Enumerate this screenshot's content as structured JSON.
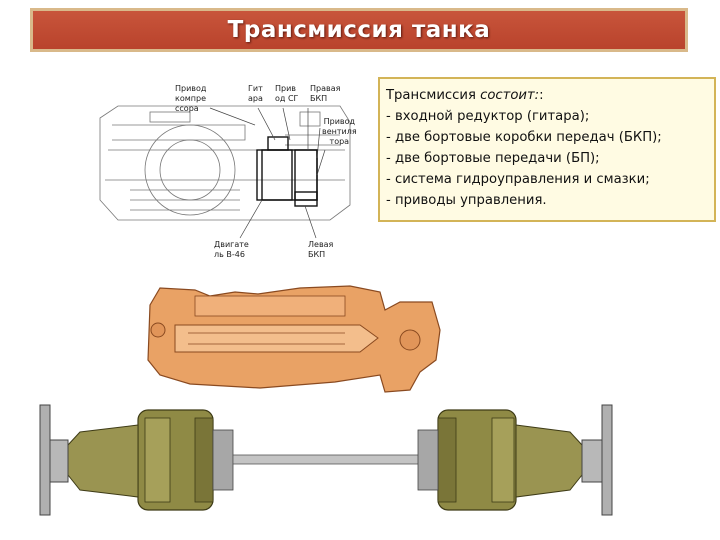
{
  "title": "Трансмиссия танка",
  "labels": {
    "compressor_drive": "Привод\nкомпре\nссора",
    "guitar": "Гит\nара",
    "sg_drive": "Прив\nод СГ",
    "right_bkp": "Правая\nБКП",
    "fan_drive": "Привод\nвентиля\nтора",
    "engine": "Двигате\nль В-46",
    "left_bkp": "Левая\nБКП"
  },
  "info": {
    "heading_plain": "Трансмиссия ",
    "heading_italic": "состоит:",
    "heading_tail": ":",
    "items": [
      "- входной редуктор (гитара);",
      "- две бортовые коробки передач (БКП);",
      "- две бортовые передачи (БП);",
      "- система гидроуправления и смазки;",
      "- приводы управления."
    ]
  },
  "colors": {
    "title_bg": "#c0492f",
    "title_border": "#d9b98a",
    "info_bg": "#fffbe3",
    "info_border": "#d3b457",
    "housing": "#e9a265",
    "drum": "#8f8a45",
    "flange": "#b8b8b8"
  }
}
